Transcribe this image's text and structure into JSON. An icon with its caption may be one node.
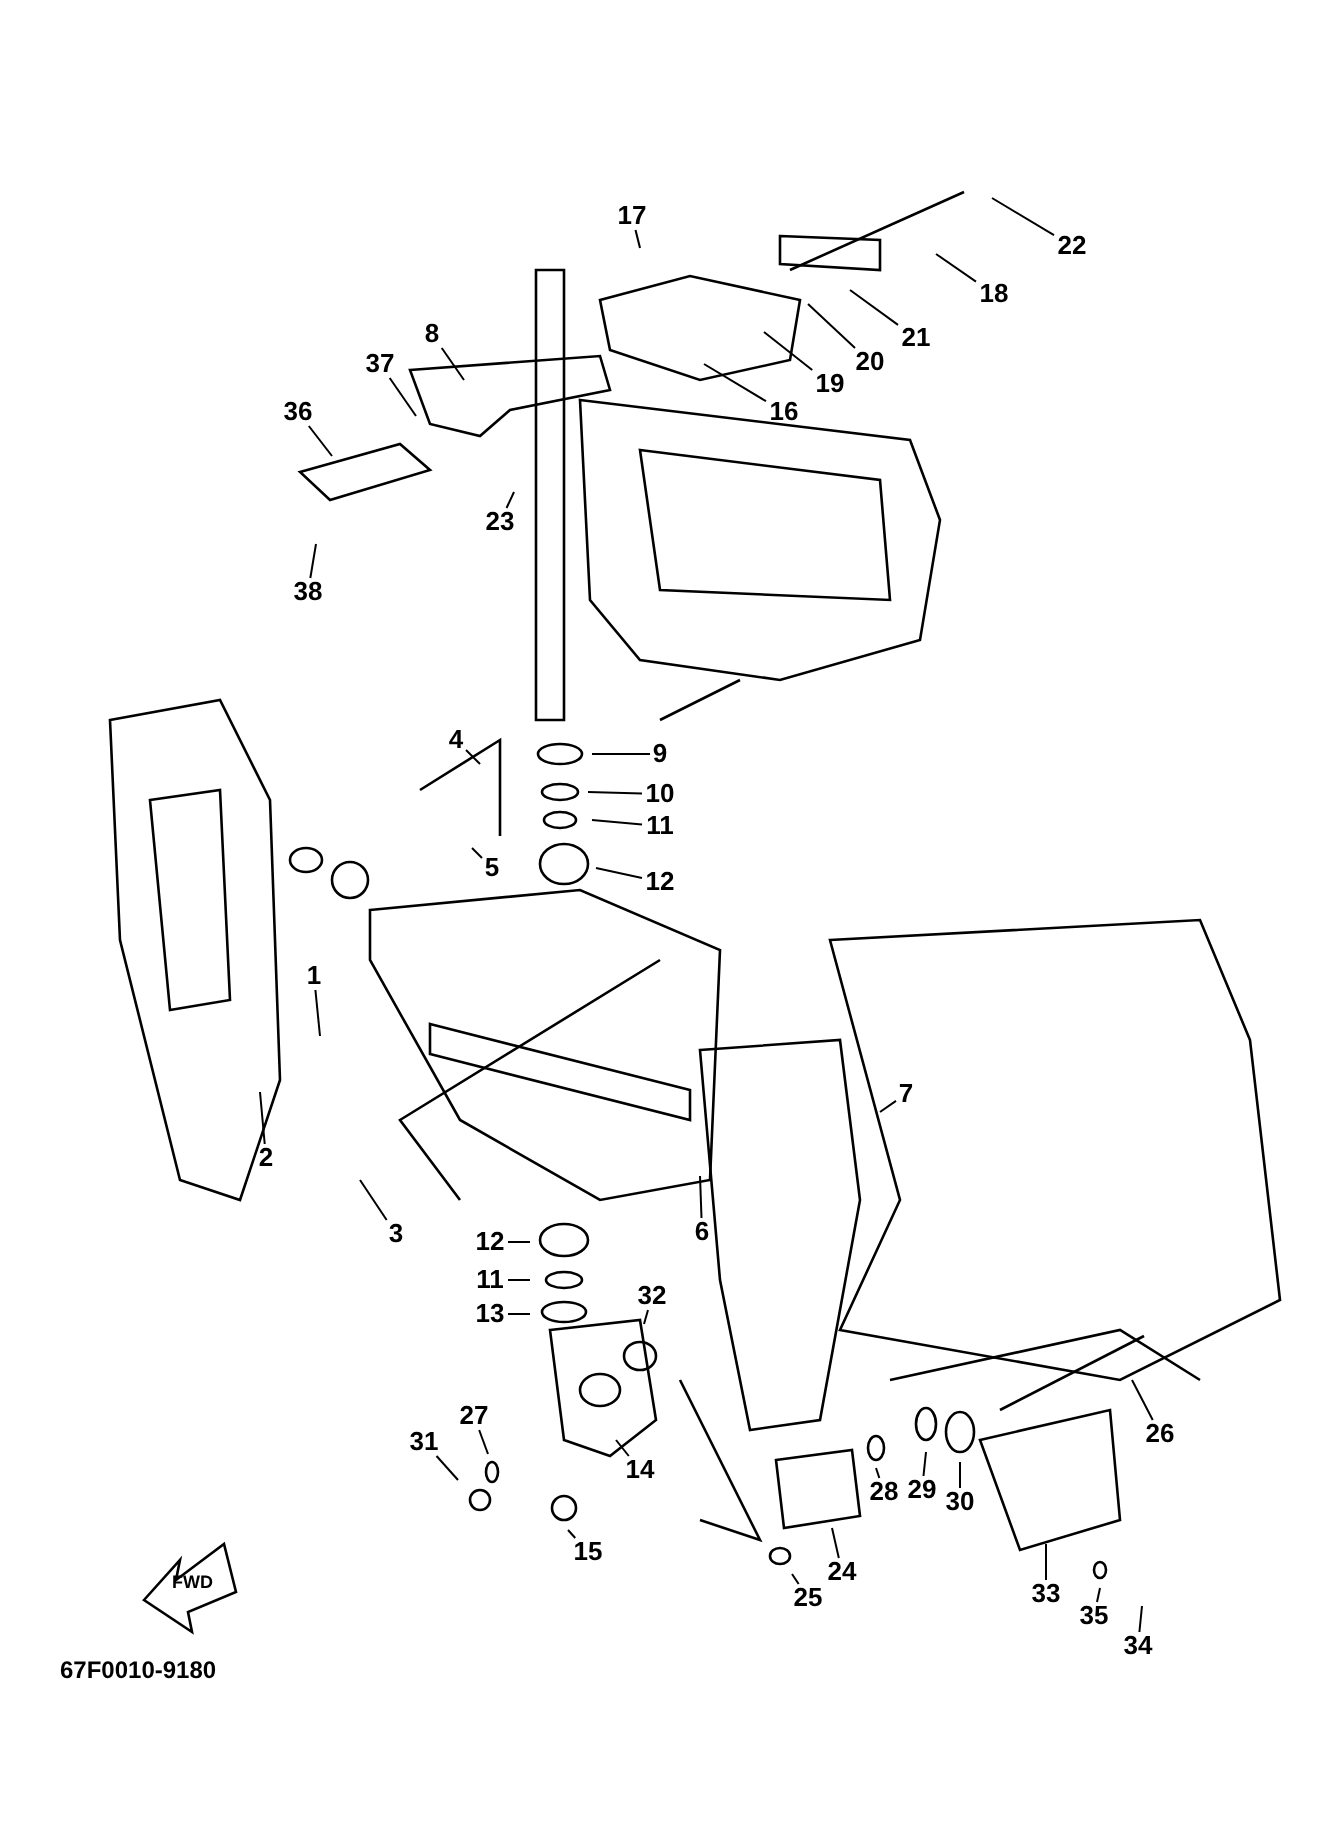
{
  "diagram": {
    "nodes": [
      {
        "text": [
          "17"
        ]
      },
      {
        "text": [
          "22"
        ]
      },
      {
        "text": [
          "18"
        ]
      },
      {
        "text": [
          "21"
        ]
      },
      {
        "text": [
          "20"
        ]
      },
      {
        "text": [
          "19"
        ]
      },
      {
        "text": [
          "8"
        ]
      },
      {
        "text": [
          "37"
        ]
      },
      {
        "text": [
          "16"
        ]
      },
      {
        "text": [
          "36"
        ]
      },
      {
        "text": [
          "23"
        ]
      },
      {
        "text": [
          "38"
        ]
      },
      {
        "text": [
          "4"
        ]
      },
      {
        "text": [
          "9"
        ]
      },
      {
        "text": [
          "10"
        ]
      },
      {
        "text": [
          "11"
        ]
      },
      {
        "text": [
          "5"
        ]
      },
      {
        "text": [
          "12"
        ]
      },
      {
        "text": [
          "1"
        ]
      },
      {
        "text": [
          "7"
        ]
      },
      {
        "text": [
          "2"
        ]
      },
      {
        "text": [
          "6"
        ]
      },
      {
        "text": [
          "3"
        ]
      },
      {
        "text": [
          "12"
        ]
      },
      {
        "text": [
          "11"
        ]
      },
      {
        "text": [
          "13"
        ]
      },
      {
        "text": [
          "32"
        ]
      },
      {
        "text": [
          "26"
        ]
      },
      {
        "text": [
          "27"
        ]
      },
      {
        "text": [
          "31"
        ]
      },
      {
        "text": [
          "14"
        ]
      },
      {
        "text": [
          "30"
        ]
      },
      {
        "text": [
          "29"
        ]
      },
      {
        "text": [
          "28"
        ]
      },
      {
        "text": [
          "15"
        ]
      },
      {
        "text": [
          "24"
        ]
      },
      {
        "text": [
          "33"
        ]
      },
      {
        "text": [
          "35"
        ]
      },
      {
        "text": [
          "25"
        ]
      },
      {
        "text": [
          "34"
        ]
      }
    ],
    "edges": [
      {
        "from": 0,
        "to": null,
        "arrow": "none"
      },
      {
        "from": 1,
        "to": null,
        "arrow": "none"
      },
      {
        "from": 2,
        "to": null,
        "arrow": "none"
      },
      {
        "from": 3,
        "to": null,
        "arrow": "none"
      },
      {
        "from": 4,
        "to": null,
        "arrow": "none"
      },
      {
        "from": 5,
        "to": null,
        "arrow": "none"
      },
      {
        "from": 6,
        "to": null,
        "arrow": "none"
      },
      {
        "from": 7,
        "to": null,
        "arrow": "none"
      },
      {
        "from": 8,
        "to": null,
        "arrow": "none"
      },
      {
        "from": 9,
        "to": null,
        "arrow": "none"
      },
      {
        "from": 10,
        "to": null,
        "arrow": "none"
      },
      {
        "from": 11,
        "to": null,
        "arrow": "none"
      },
      {
        "from": 12,
        "to": null,
        "arrow": "none"
      },
      {
        "from": 13,
        "to": null,
        "arrow": "none"
      },
      {
        "from": 14,
        "to": null,
        "arrow": "none"
      },
      {
        "from": 15,
        "to": null,
        "arrow": "none"
      },
      {
        "from": 16,
        "to": null,
        "arrow": "none"
      },
      {
        "from": 17,
        "to": null,
        "arrow": "none"
      },
      {
        "from": 18,
        "to": null,
        "arrow": "none"
      },
      {
        "from": 19,
        "to": null,
        "arrow": "none"
      },
      {
        "from": 20,
        "to": null,
        "arrow": "none"
      },
      {
        "from": 21,
        "to": null,
        "arrow": "none"
      },
      {
        "from": 22,
        "to": null,
        "arrow": "none"
      },
      {
        "from": 23,
        "to": null,
        "arrow": "none"
      },
      {
        "from": 24,
        "to": null,
        "arrow": "none"
      },
      {
        "from": 25,
        "to": null,
        "arrow": "none"
      },
      {
        "from": 26,
        "to": null,
        "arrow": "none"
      },
      {
        "from": 27,
        "to": null,
        "arrow": "none"
      },
      {
        "from": 28,
        "to": null,
        "arrow": "none"
      },
      {
        "from": 29,
        "to": null,
        "arrow": "none"
      },
      {
        "from": 30,
        "to": null,
        "arrow": "none"
      },
      {
        "from": 31,
        "to": null,
        "arrow": "none"
      },
      {
        "from": 32,
        "to": null,
        "arrow": "none"
      },
      {
        "from": 33,
        "to": null,
        "arrow": "none"
      },
      {
        "from": 34,
        "to": null,
        "arrow": "none"
      },
      {
        "from": 35,
        "to": null,
        "arrow": "none"
      },
      {
        "from": 36,
        "to": null,
        "arrow": "none"
      },
      {
        "from": 37,
        "to": null,
        "arrow": "none"
      },
      {
        "from": 38,
        "to": null,
        "arrow": "none"
      },
      {
        "from": 39,
        "to": null,
        "arrow": "none"
      }
    ],
    "labels": [
      "FWD",
      "67F0010-9180"
    ]
  }
}
